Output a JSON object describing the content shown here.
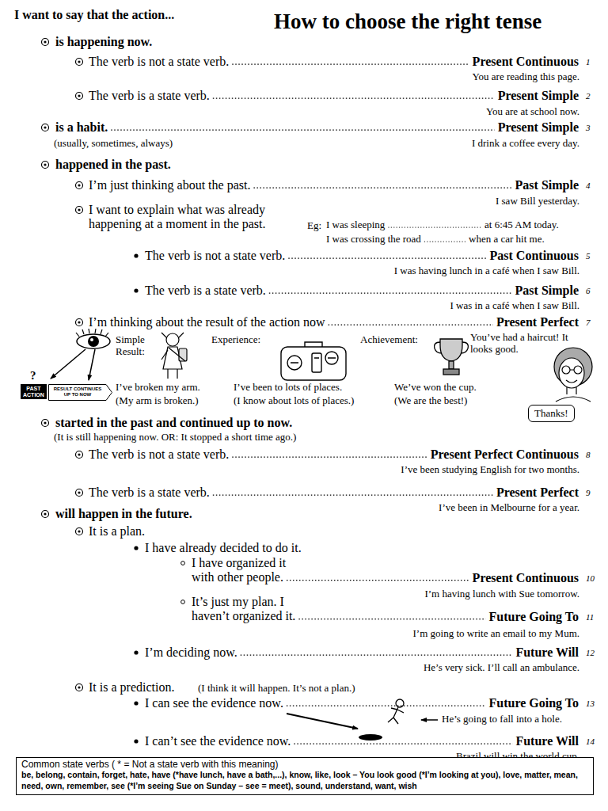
{
  "diagram": {
    "title": "How to choose the right tense",
    "nodes": [
      {
        "text": [
          "PAST ACTION"
        ]
      },
      {
        "text": [
          "RESULT CONTINUES UP TO NOW"
        ]
      },
      {
        "text": [
          "Thanks!"
        ]
      },
      {
        "text": [
          "Common state verbs ( * = Not a state verb with this meaning)",
          "be, belong, contain, forget, hate, have (*have lunch, have a bath,...), know, like, look – You look good (*I’m looking at you), love, matter, mean, need, own, remember, see (*I’m seeing Sue on Sunday – see = meet), sound, understand, want, wish"
        ]
      }
    ],
    "labels": [
      "I want to say that the action...",
      "is happening now.",
      "The verb is not a state verb.",
      "Present Continuous",
      "1",
      "You are reading this page.",
      "The verb is a state verb.",
      "Present Simple",
      "2",
      "You are at school now.",
      "is a habit.",
      "(usually, sometimes, always)",
      "Present Simple",
      "3",
      "I drink a coffee every day.",
      "happened in the past.",
      "I’m just thinking about the past.",
      "Past Simple",
      "4",
      "I saw Bill yesterday.",
      "I want to explain what was already happening at a moment in the past.",
      "Eg:",
      "I was sleeping",
      "at 6:45 AM today.",
      "I was crossing the road",
      "when a car hit me.",
      "The verb is not a state verb.",
      "Past Continuous",
      "5",
      "I was having lunch in a café when I saw Bill.",
      "The verb is a state verb.",
      "Past Simple",
      "6",
      "I was in a café when I saw Bill.",
      "I’m thinking about the result of the action now",
      "Present Perfect",
      "7",
      "Simple Result:",
      "Experience:",
      "Achievement:",
      "You’ve had a haircut! It looks good.",
      "?",
      "I’ve broken my arm.",
      "(My arm is broken.)",
      "I’ve been to lots of places.",
      "(I know about lots of places.)",
      "We’ve won the cup.",
      "(We are the best!)",
      "started in the past and continued up to now.",
      "(It is still happening now. OR: It stopped a short time ago.)",
      "The verb is not a state verb.",
      "Present Perfect Continuous",
      "8",
      "I’ve been studying English for two months.",
      "The verb is a state verb.",
      "Present Perfect",
      "9",
      "I’ve been in Melbourne for a year.",
      "will happen in the future.",
      "It is a plan.",
      "I have already decided to do it.",
      "I have organized it with other people.",
      "Present Continuous",
      "10",
      "I’m having lunch with Sue tomorrow.",
      "It’s just my plan. I haven’t organized it.",
      "Future Going To",
      "11",
      "I’m going to write an email to my Mum.",
      "I’m deciding now.",
      "Future Will",
      "12",
      "He’s very sick. I’ll call an ambulance.",
      "It is a prediction.",
      "(I think it will happen. It’s not a plan.)",
      "I can see the evidence now.",
      "Future Going To",
      "13",
      "He’s going to fall into a hole.",
      "I can’t see the evidence now.",
      "Future Will",
      "14",
      "Brazil will win the world cup."
    ]
  }
}
